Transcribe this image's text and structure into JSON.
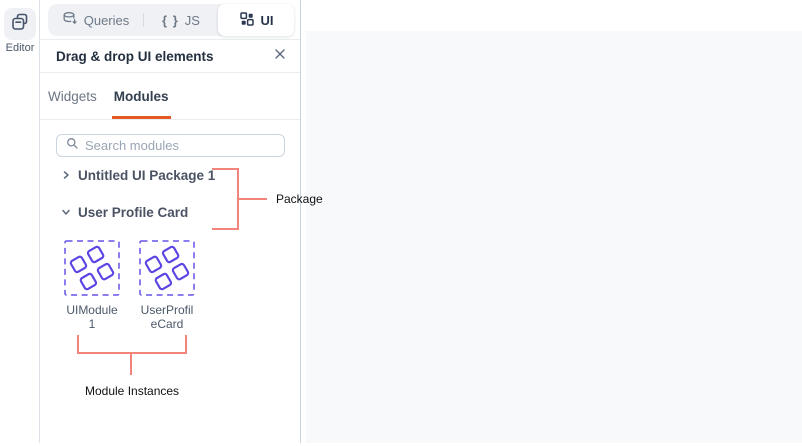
{
  "colors": {
    "accent_orange": "#e25a22",
    "module_purple": "#5b46e4",
    "annotation_red": "#f2847b"
  },
  "rail": {
    "editor_label": "Editor"
  },
  "switcher": {
    "queries_label": "Queries",
    "js_glyph": "{ }",
    "js_label": "JS",
    "ui_label": "UI"
  },
  "panel": {
    "title": "Drag & drop UI elements",
    "tabs": {
      "widgets": "Widgets",
      "modules": "Modules"
    },
    "search_placeholder": "Search modules",
    "tree": [
      {
        "label": "Untitled UI Package 1",
        "state": "collapsed"
      },
      {
        "label": "User Profile Card",
        "state": "expanded"
      }
    ],
    "module_instances": [
      {
        "label": "UIModule 1"
      },
      {
        "label": "UserProfileCard"
      }
    ]
  },
  "annotations": {
    "package_label": "Package",
    "module_instances_label": "Module Instances"
  }
}
